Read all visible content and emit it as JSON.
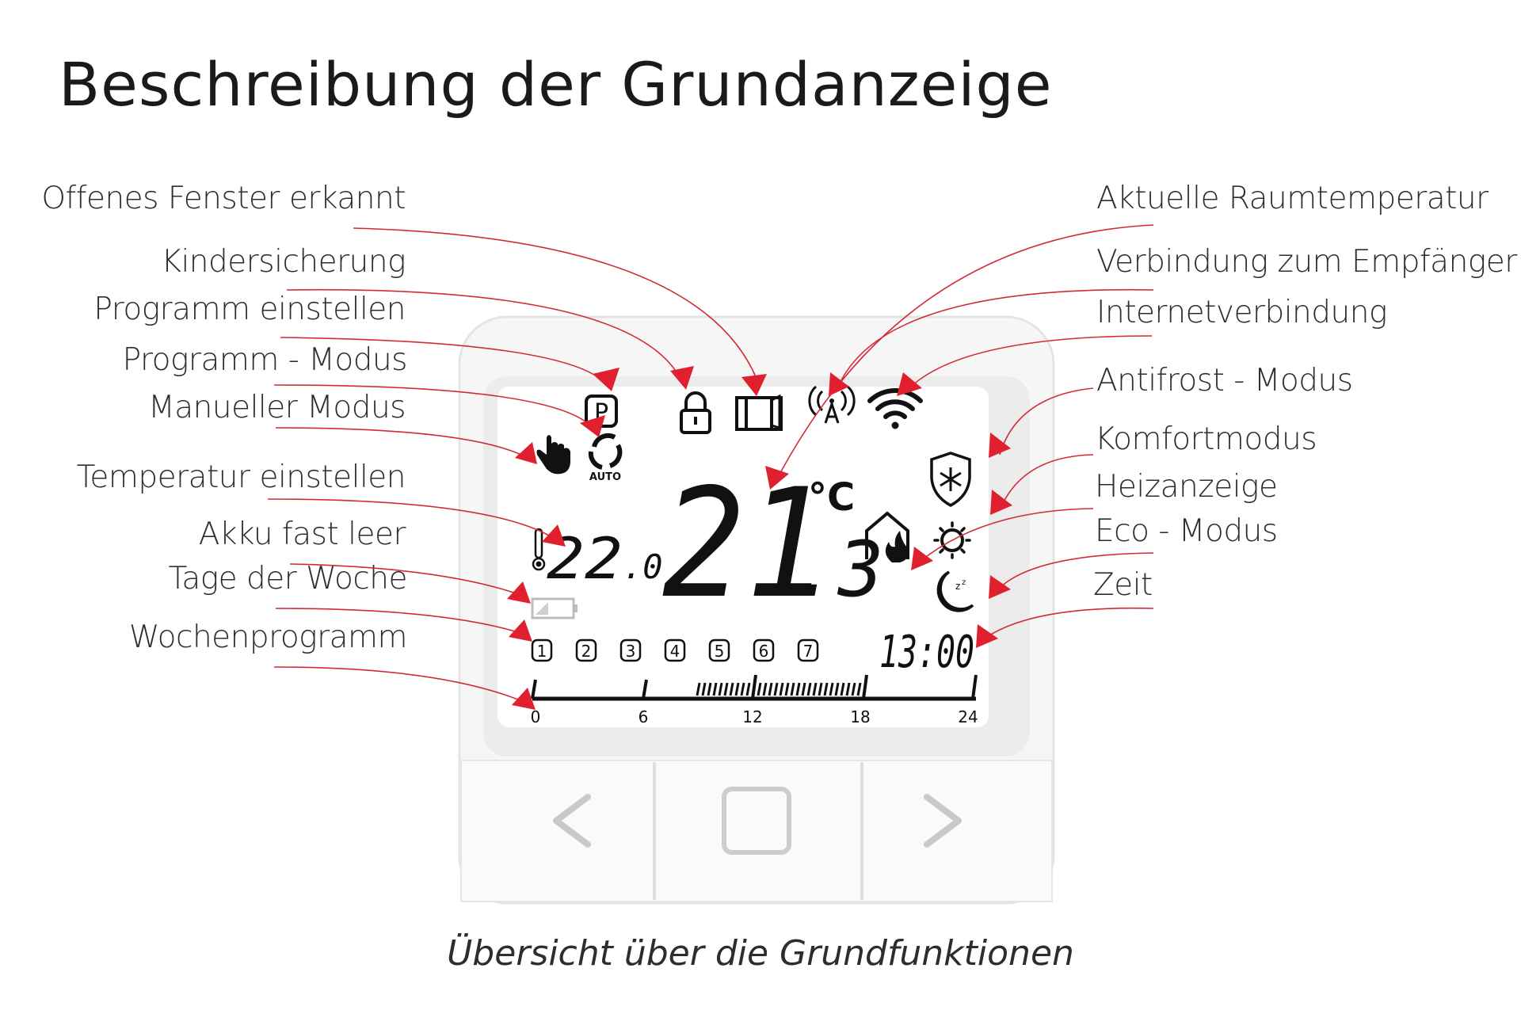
{
  "title": "Beschreibung der Grundanzeige",
  "caption": "Übersicht über die Grundfunktionen",
  "labels_left": [
    "Offenes Fenster erkannt",
    "Kindersicherung",
    "Programm einstellen",
    "Programm - Modus",
    "Manueller Modus",
    "Temperatur einstellen",
    "Akku fast leer",
    "Tage der Woche",
    "Wochenprogramm"
  ],
  "labels_right": [
    "Aktuelle Raumtemperatur",
    "Verbindung zum Empfänger",
    "Internetverbindung",
    "Antifrost - Modus",
    "Komfortmodus",
    "Heizanzeige",
    "Eco - Modus",
    "Zeit"
  ],
  "display": {
    "room_temperature_main": "21",
    "room_temperature_decimal": ".3",
    "unit": "°C",
    "set_temperature": "22",
    "set_temperature_decimal": ".0",
    "time": "13:00",
    "auto_label": "AUTO",
    "program_letter": "P",
    "days": [
      "1",
      "2",
      "3",
      "4",
      "5",
      "6",
      "7"
    ],
    "timeline_ticks": [
      "0",
      "6",
      "12",
      "18",
      "24"
    ]
  },
  "colors": {
    "arrow": "#e0202e",
    "text": "#2d2d2d",
    "device_frame": "#f4f4f4",
    "screen": "#ffffff"
  },
  "icons": [
    "lock-icon",
    "window-icon",
    "antenna-icon",
    "wifi-icon",
    "hand-icon",
    "auto-cycle-icon",
    "thermometer-icon",
    "battery-icon",
    "snowflake-shield-icon",
    "sun-icon",
    "moon-icon",
    "house-flame-icon",
    "chevron-left-icon",
    "square-button-icon",
    "chevron-right-icon"
  ]
}
